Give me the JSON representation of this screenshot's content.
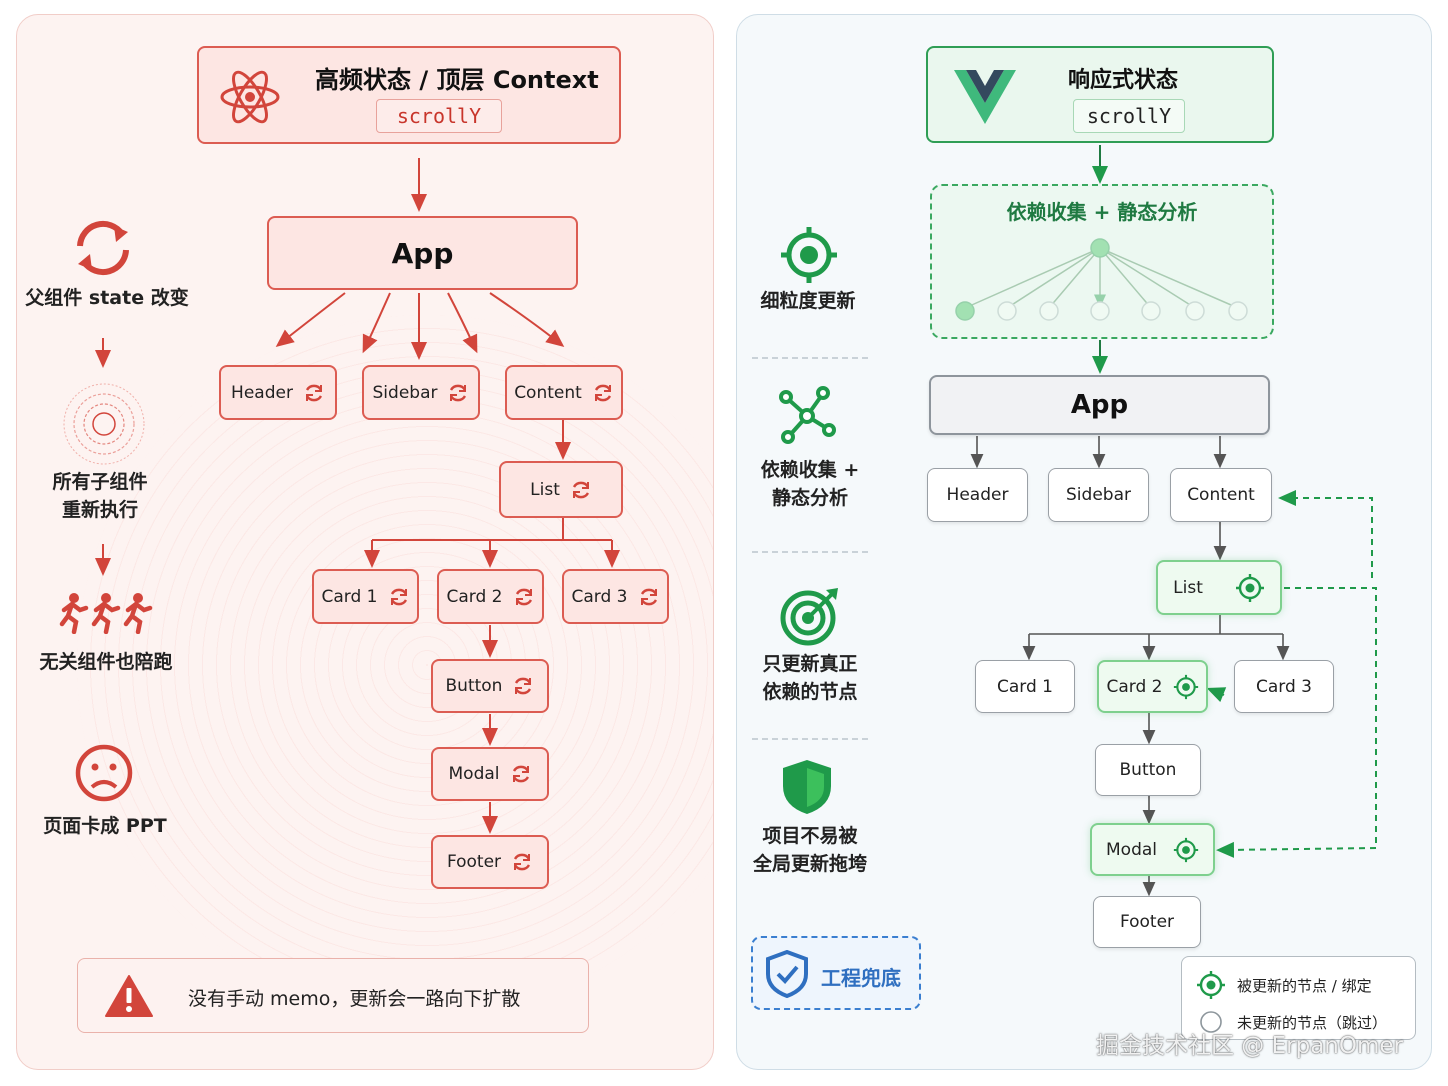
{
  "left": {
    "top_box": {
      "title": "高频状态 / 顶层 Context",
      "chip": "scrollY"
    },
    "app": "App",
    "nodes": {
      "header": "Header",
      "sidebar": "Sidebar",
      "content": "Content",
      "list": "List",
      "card1": "Card 1",
      "card2": "Card 2",
      "card3": "Card 3",
      "button": "Button",
      "modal": "Modal",
      "footer": "Footer"
    },
    "side": {
      "step1": "父组件 state 改变",
      "step2_line1": "所有子组件",
      "step2_line2": "重新执行",
      "step3": "无关组件也陪跑",
      "step4": "页面卡成 PPT"
    },
    "warning": "没有手动 memo，更新会一路向下扩散",
    "colors": {
      "accent": "#dc4a40",
      "fill": "#fde6e3"
    }
  },
  "right": {
    "top_box": {
      "title": "响应式状态",
      "chip": "scrollY"
    },
    "dep_box_title": "依赖收集 + 静态分析",
    "app": "App",
    "nodes": {
      "header": "Header",
      "sidebar": "Sidebar",
      "content": "Content",
      "list": "List",
      "card1": "Card 1",
      "card2": "Card 2",
      "card3": "Card 3",
      "button": "Button",
      "modal": "Modal",
      "footer": "Footer"
    },
    "side": {
      "item1": "细粒度更新",
      "item2_line1": "依赖收集 +",
      "item2_line2": "静态分析",
      "item3_line1": "只更新真正",
      "item3_line2": "依赖的节点",
      "item4_line1": "项目不易被",
      "item4_line2": "全局更新拖垮"
    },
    "badge": "工程兜底",
    "legend": {
      "updated": "被更新的节点 / 绑定",
      "skipped": "未更新的节点（跳过）"
    },
    "colors": {
      "accent": "#1f9a4a",
      "fill": "#eefaf0"
    }
  },
  "watermark": "掘金技术社区 @ ErpanOmer"
}
